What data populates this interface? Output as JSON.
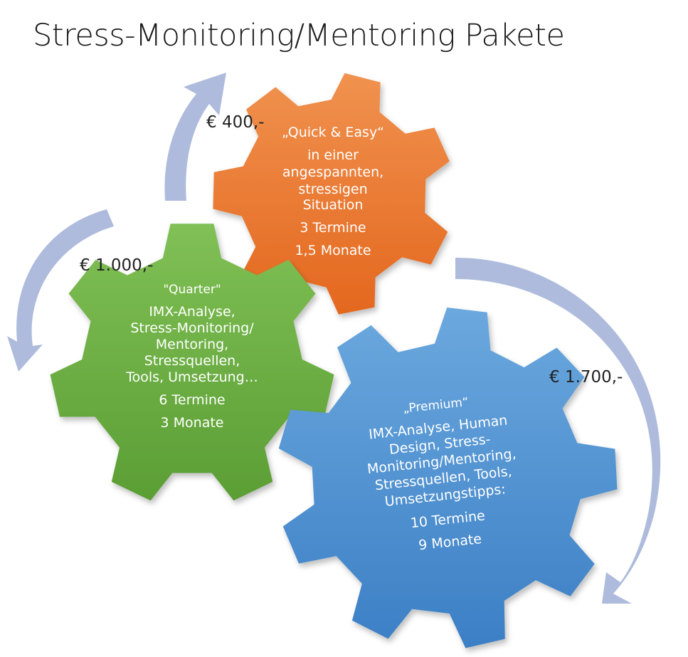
{
  "title": "Stress-Monitoring/Mentoring Pakete",
  "colors": {
    "orange_top": "#f0924f",
    "orange_bottom": "#e4671e",
    "green_top": "#7fbf55",
    "green_bottom": "#5c9f35",
    "blue_top": "#6aa6dd",
    "blue_bottom": "#3e82c8",
    "arrow": "#aebbdc"
  },
  "packages": [
    {
      "name": "„Quick & Easy“",
      "desc": [
        "in einer",
        "angespannten,",
        "stressigen",
        "Situation"
      ],
      "termine": "3 Termine",
      "dauer": "1,5 Monate",
      "price": "€ 400,-"
    },
    {
      "name": "\"Quarter\"",
      "desc": [
        "IMX-Analyse,",
        "Stress-Monitoring/",
        "Mentoring,",
        "Stressquellen,",
        "Tools, Umsetzung…"
      ],
      "termine": "6 Termine",
      "dauer": "3 Monate",
      "price": "€ 1.000,-"
    },
    {
      "name": "„Premium“",
      "desc": [
        "IMX-Analyse, Human",
        "Design, Stress-",
        "Monitoring/Mentoring,",
        "Stressquellen, Tools,",
        "Umsetzungstipps:"
      ],
      "termine": "10 Termine",
      "dauer": "9 Monate",
      "price": "€ 1.700,-"
    }
  ]
}
